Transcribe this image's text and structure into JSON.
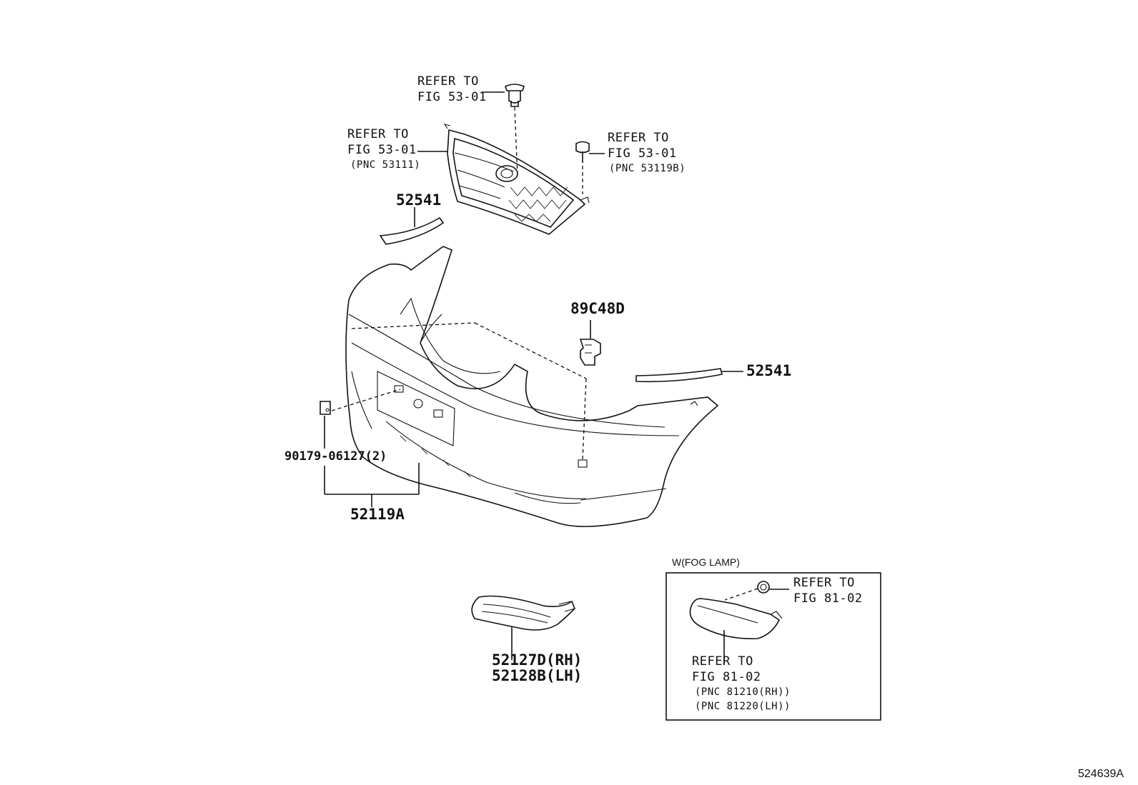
{
  "callouts": {
    "clip_top": {
      "line1": "REFER TO",
      "line2": "FIG 53-01"
    },
    "grille": {
      "line1": "REFER TO",
      "line2": "FIG 53-01",
      "pnc": "(PNC 53111)"
    },
    "screw": {
      "line1": "REFER TO",
      "line2": "FIG 53-01",
      "pnc": "(PNC 53119B)"
    },
    "fog_nut": {
      "line1": "REFER TO",
      "line2": "FIG 81-02"
    },
    "fog_lamp": {
      "line1": "REFER TO",
      "line2": "FIG 81-02",
      "pnc_rh": "(PNC 81210(RH))",
      "pnc_lh": "(PNC 81220(LH))"
    }
  },
  "parts": {
    "molding_left": "52541",
    "molding_right": "52541",
    "bracket": "89C48D",
    "retainer": "90179-06127(2)",
    "bumper_cover": "52119A",
    "fog_cover_rh": "52127D(RH)",
    "fog_cover_lh": "52128B(LH)"
  },
  "fog_box_title": "W(FOG LAMP)",
  "illustration_number": "524639A"
}
